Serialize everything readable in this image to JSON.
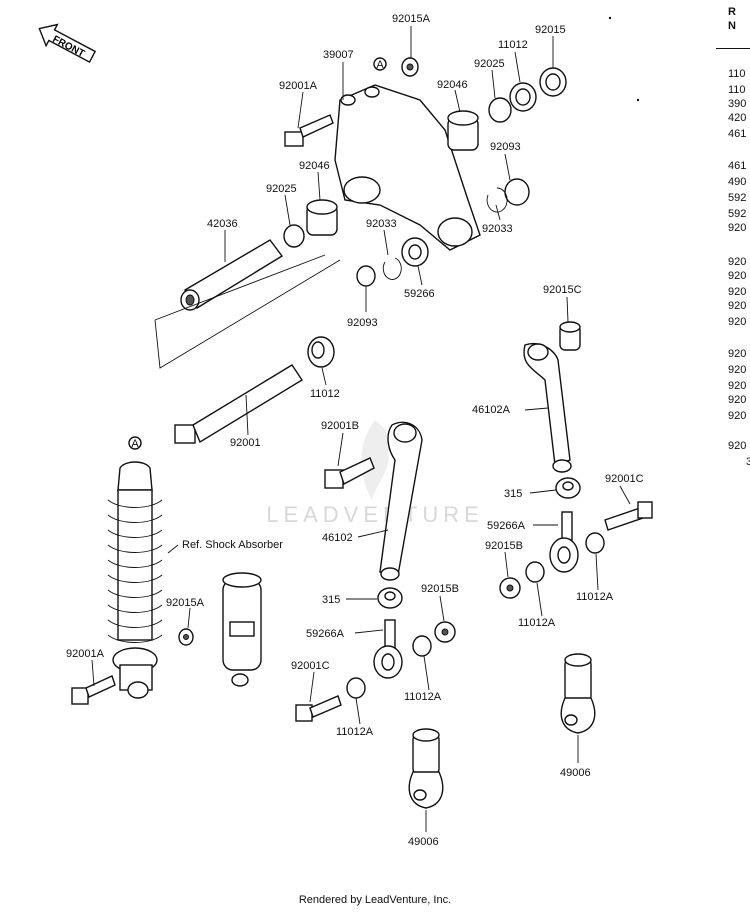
{
  "watermark": "LEADVENTURE",
  "front_label": "FRONT",
  "footer": "Rendered by LeadVenture, Inc.",
  "ref_shock_label": "Ref. Shock Absorber",
  "ref_marker": "A",
  "parts": {
    "p92015A_top": "92015A",
    "p39007": "39007",
    "p11012_top": "11012",
    "p92015_top": "92015",
    "p92001A_top": "92001A",
    "p92025_top_right": "92025",
    "p92046_top": "92046",
    "p92093_right": "92093",
    "p92046_left": "92046",
    "p92025_left": "92025",
    "p42036": "42036",
    "p92033_mid": "92033",
    "p92033_right": "92033",
    "p59266": "59266",
    "p92093_mid": "92093",
    "p92015C": "92015C",
    "p11012_mid": "11012",
    "p92001": "92001",
    "p46102A": "46102A",
    "p92001B": "92001B",
    "p315_right": "315",
    "p92001C_right": "92001C",
    "p46102": "46102",
    "p59266A_right": "59266A",
    "p92015B_right": "92015B",
    "p11012A_right1": "11012A",
    "p11012A_right2": "11012A",
    "p92015A_left": "92015A",
    "p315_mid": "315",
    "p92015B_mid": "92015B",
    "p59266A_mid": "59266A",
    "p92001A_left": "92001A",
    "p92001C_mid": "92001C",
    "p11012A_mid1": "11012A",
    "p11012A_mid2": "11012A",
    "p49006_right": "49006",
    "p49006_mid": "49006"
  },
  "ref_panel": {
    "header1": "R",
    "header2": "N",
    "rows": [
      "110",
      "110",
      "390",
      "420",
      "461",
      "461",
      "490",
      "592",
      "592",
      "920",
      "920",
      "920",
      "920",
      "920",
      "920",
      "920",
      "920",
      "920",
      "920",
      "920",
      "920",
      "3"
    ]
  }
}
